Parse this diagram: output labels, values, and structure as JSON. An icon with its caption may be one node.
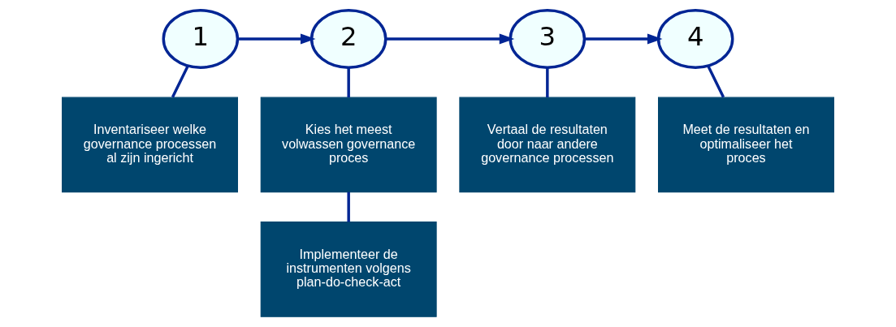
{
  "diagram": {
    "nodes": [
      {
        "text": [
          "1"
        ]
      },
      {
        "text": [
          "2"
        ]
      },
      {
        "text": [
          "3"
        ]
      },
      {
        "text": [
          "4"
        ]
      },
      {
        "text": [
          "Inventariseer welke governance processen al zijn ingericht"
        ]
      },
      {
        "text": [
          "Kies het meest volwassen governance proces"
        ]
      },
      {
        "text": [
          "Vertaal de resultaten door naar andere governance processen"
        ]
      },
      {
        "text": [
          "Meet de resultaten en optimaliseer het proces"
        ]
      },
      {
        "text": [
          "Implementeer de instrumenten volgens plan-do-check-act"
        ]
      }
    ],
    "edges": [
      {
        "from": 0,
        "to": 1,
        "arrow": "to"
      },
      {
        "from": 1,
        "to": 2,
        "arrow": "to"
      },
      {
        "from": 2,
        "to": 3,
        "arrow": "to"
      },
      {
        "from": 0,
        "to": 4,
        "arrow": "none"
      },
      {
        "from": 1,
        "to": 5,
        "arrow": "none"
      },
      {
        "from": 2,
        "to": 6,
        "arrow": "none"
      },
      {
        "from": 3,
        "to": 7,
        "arrow": "none"
      },
      {
        "from": 5,
        "to": 8,
        "arrow": "none"
      }
    ]
  }
}
